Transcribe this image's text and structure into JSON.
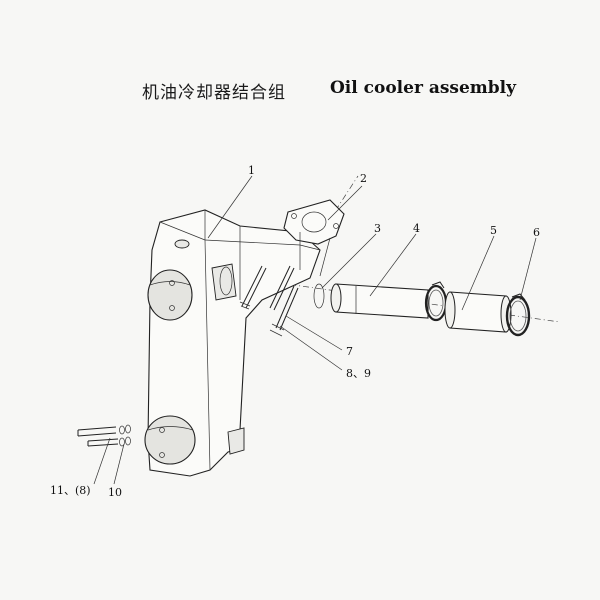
{
  "title": {
    "zh": "机油冷却器结合组",
    "en": "Oil cooler assembly"
  },
  "callouts": [
    "1",
    "2",
    "3",
    "4",
    "5",
    "6",
    "7",
    "8、9",
    "11、(8)",
    "10"
  ]
}
